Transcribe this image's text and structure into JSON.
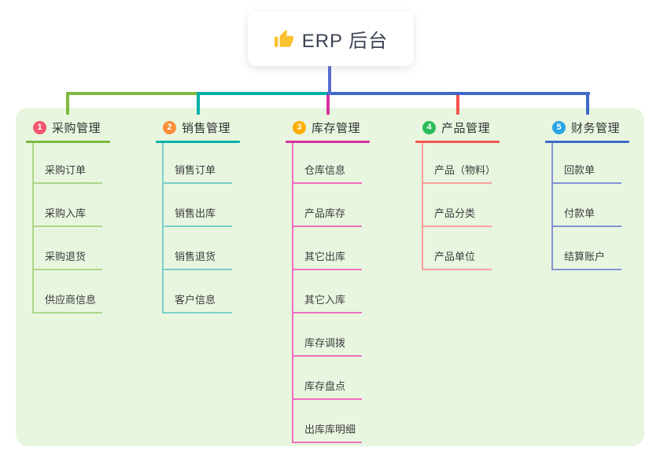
{
  "root": {
    "title": "ERP 后台",
    "icon": "thumbs-up-icon",
    "icon_color": "#f9c22e"
  },
  "colors": {
    "trunk": "#5b6bce",
    "panel_bg": "#e8f6e0",
    "page_bg": "#ffffff",
    "heading_text": "#333333",
    "item_text": "#3c3c3c"
  },
  "branches": [
    {
      "num": "1",
      "label": "采购管理",
      "line_color": "#7cb93e",
      "child_line_color": "#aed687",
      "badge_color": "#f4566e",
      "items": [
        "采购订单",
        "采购入库",
        "采购退货",
        "供应商信息"
      ]
    },
    {
      "num": "2",
      "label": "销售管理",
      "line_color": "#00b0a8",
      "child_line_color": "#77d0c9",
      "badge_color": "#fb8e38",
      "items": [
        "销售订单",
        "销售出库",
        "销售退货",
        "客户信息"
      ]
    },
    {
      "num": "3",
      "label": "库存管理",
      "line_color": "#d6309e",
      "child_line_color": "#f06fbe",
      "badge_color": "#ffae02",
      "items": [
        "仓库信息",
        "产品库存",
        "其它出库",
        "其它入库",
        "库存调拨",
        "库存盘点",
        "出库库明细"
      ]
    },
    {
      "num": "4",
      "label": "产品管理",
      "line_color": "#f2564d",
      "child_line_color": "#f9a09b",
      "badge_color": "#2abd59",
      "items": [
        "产品（物料）",
        "产品分类",
        "产品单位"
      ]
    },
    {
      "num": "5",
      "label": "财务管理",
      "line_color": "#3e68c8",
      "child_line_color": "#8494d2",
      "badge_color": "#28a6e4",
      "items": [
        "回款单",
        "付款单",
        "结算账户"
      ]
    }
  ]
}
